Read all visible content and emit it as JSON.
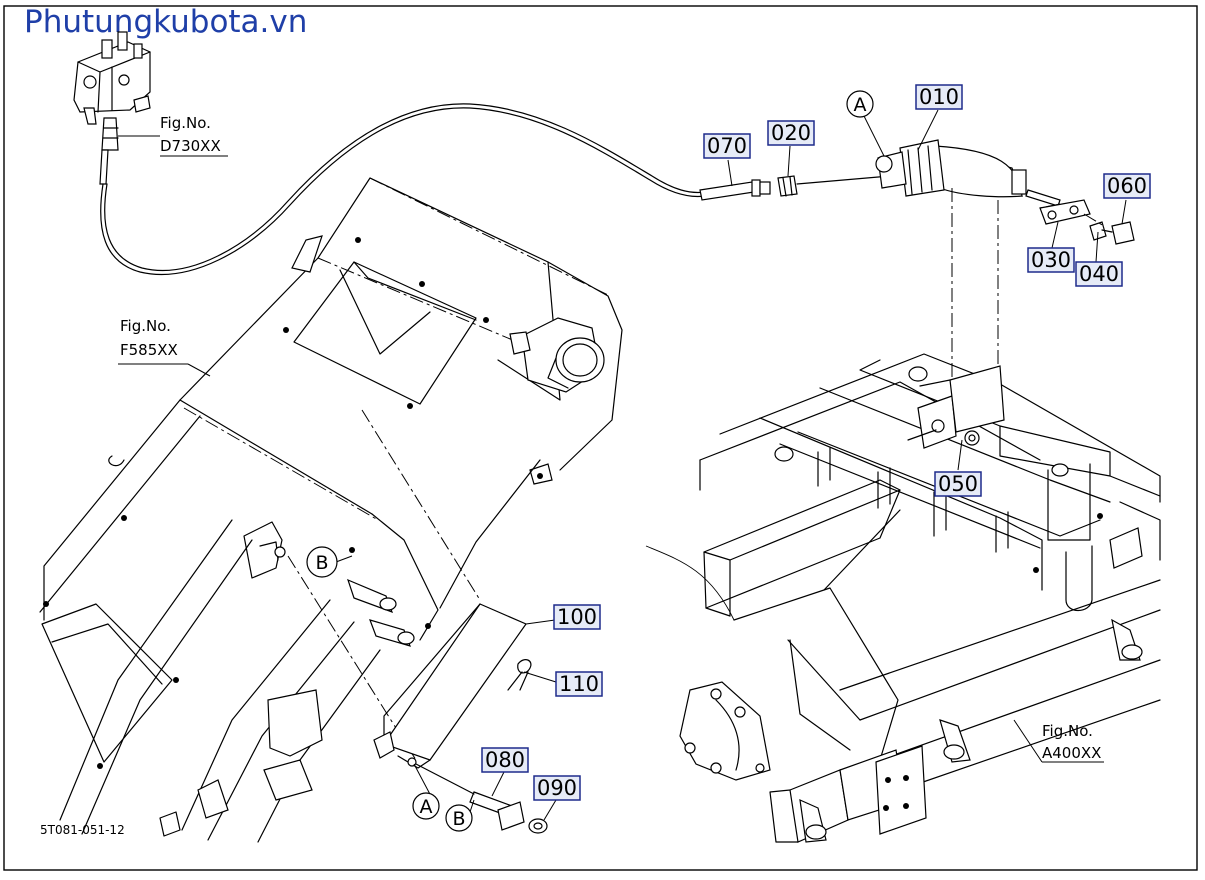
{
  "watermark": "Phutungkubota.vn",
  "drawing_code": "5T081-051-12",
  "colors": {
    "callout_fill": "#e6ebf7",
    "callout_border": "#1e2b8c",
    "watermark": "#1f3fa8",
    "line": "#000000"
  },
  "callouts": [
    {
      "id": "010",
      "label": "010"
    },
    {
      "id": "020",
      "label": "020"
    },
    {
      "id": "030",
      "label": "030"
    },
    {
      "id": "040",
      "label": "040"
    },
    {
      "id": "050",
      "label": "050"
    },
    {
      "id": "060",
      "label": "060"
    },
    {
      "id": "070",
      "label": "070"
    },
    {
      "id": "080",
      "label": "080"
    },
    {
      "id": "090",
      "label": "090"
    },
    {
      "id": "100",
      "label": "100"
    },
    {
      "id": "110",
      "label": "110"
    }
  ],
  "figure_refs": [
    {
      "id": "d730",
      "prefix": "Fig.No.",
      "number": "D730XX"
    },
    {
      "id": "f585",
      "prefix": "Fig.No.",
      "number": "F585XX"
    },
    {
      "id": "a400",
      "prefix": "Fig.No.",
      "number": "A400XX"
    }
  ],
  "connection_markers": [
    {
      "id": "a-top",
      "label": "A"
    },
    {
      "id": "b-mid",
      "label": "B"
    },
    {
      "id": "a-bottom",
      "label": "A"
    },
    {
      "id": "b-bottom",
      "label": "B"
    }
  ]
}
